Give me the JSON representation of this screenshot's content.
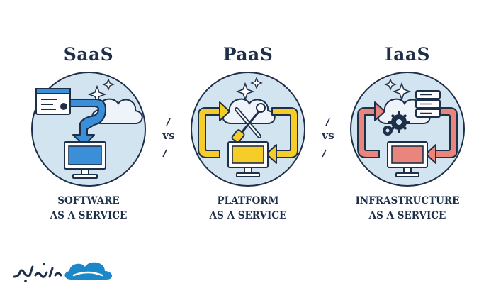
{
  "panels": [
    {
      "title": "SaaS",
      "line1": "SOFTWARE",
      "line2": "AS A SERVICE",
      "icon": "laptop-cloud-download",
      "accent": "#3a8fd8"
    },
    {
      "title": "PaaS",
      "line1": "PLATFORM",
      "line2": "AS A SERVICE",
      "icon": "wrench-screwdriver-cycle",
      "accent": "#f5cc28"
    },
    {
      "title": "IaaS",
      "line1": "INFRASTRUCTURE",
      "line2": "AS A SERVICE",
      "icon": "server-gears-cycle",
      "accent": "#e9857a"
    }
  ],
  "separators": [
    "vs",
    "vs"
  ],
  "colors": {
    "circle": "#d3e4f1",
    "outline": "#1e2f4a",
    "text": "#1e2f4a",
    "logo_blue": "#1d88c7"
  }
}
